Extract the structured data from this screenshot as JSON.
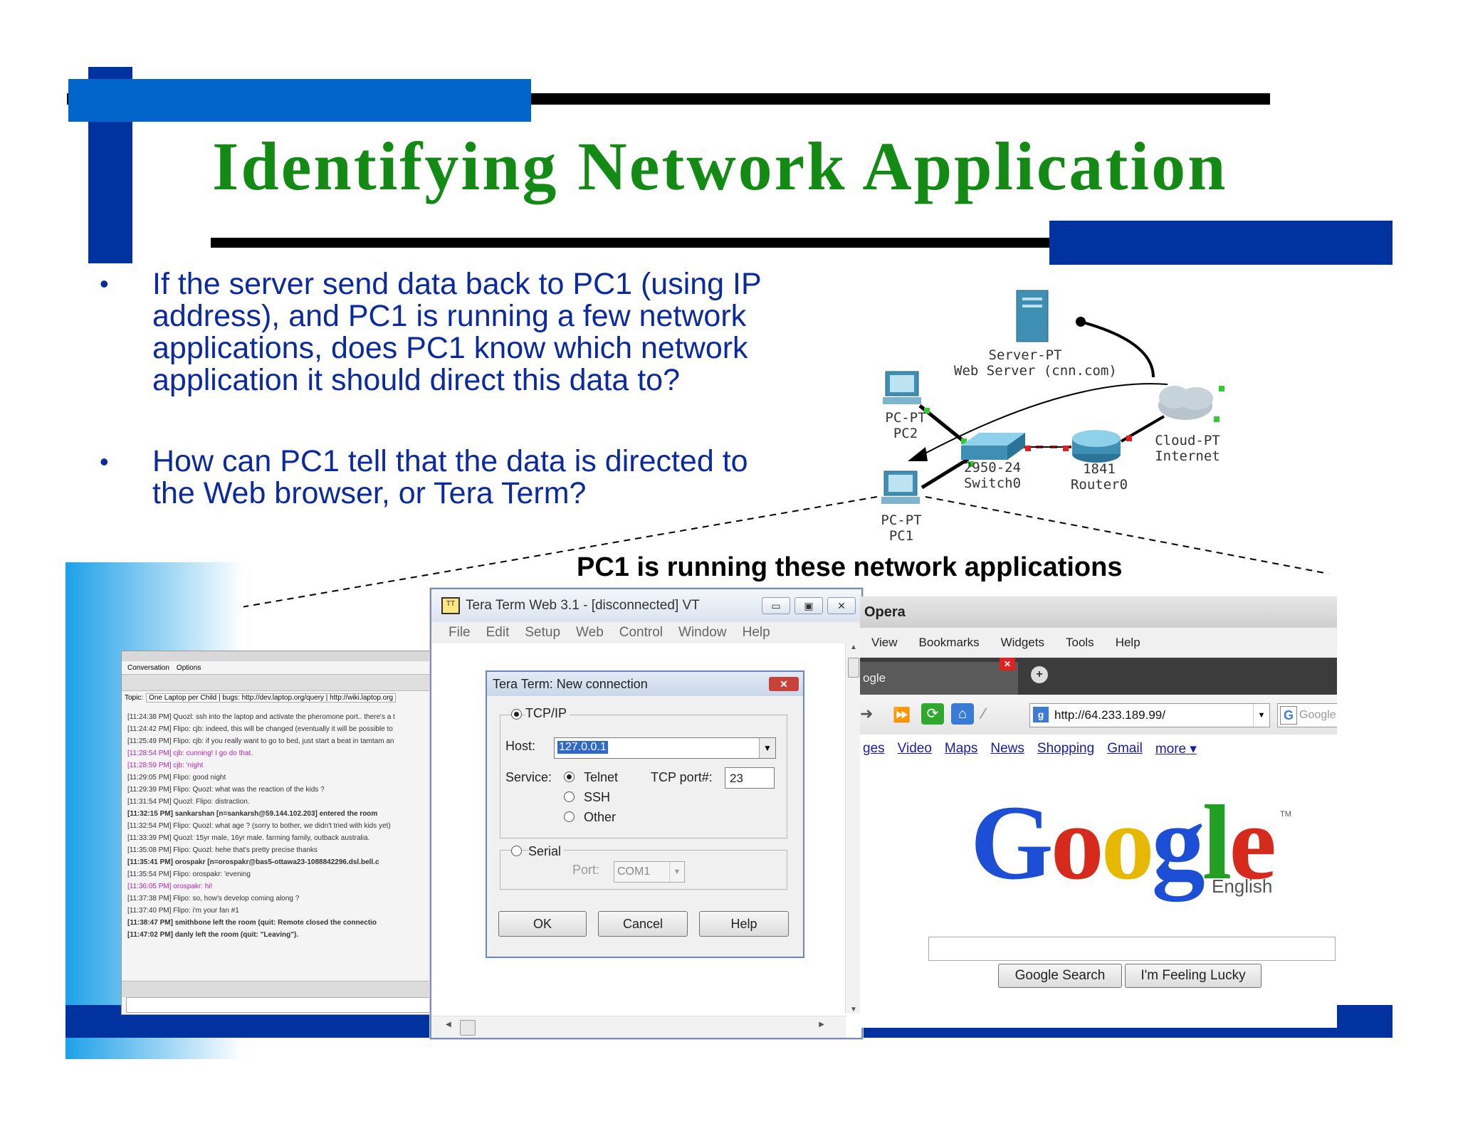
{
  "slide": {
    "title": "Identifying Network Application",
    "bullets": [
      [
        "If the server send data back to PC1 (using IP",
        "address), and PC1 is running a few network",
        "applications, does PC1 know which network",
        "application it should direct this data to?"
      ],
      [
        "How can PC1 tell that the data is directed to",
        "the Web browser, or Tera Term?"
      ]
    ],
    "caption": "PC1 is running these network applications"
  },
  "network": {
    "server": [
      "Server-PT",
      "Web Server (cnn.com)"
    ],
    "pc2": [
      "PC-PT",
      "PC2"
    ],
    "pc1": [
      "PC-PT",
      "PC1"
    ],
    "switch": [
      "2950-24",
      "Switch0"
    ],
    "router": [
      "1841",
      "Router0"
    ],
    "cloud": [
      "Cloud-PT",
      "Internet"
    ]
  },
  "chat": {
    "menu": [
      "Conversation",
      "Options"
    ],
    "topic_label": "Topic:",
    "topic": "One Laptop per Child | bugs: http://dev.laptop.org/query | http://wiki.laptop.org",
    "lines": [
      "[11:24:38 PM] Quozl: ssh into the laptop and activate the pheromone port.. there's a t",
      "[11:24:42 PM] Flipo: cjb: indeed, this will be changed (eventually it will be possible to",
      "[11:25:49 PM] Flipo: cjb: if you really want to go to bed, just start a beat in tamtam an",
      "[11:28:54 PM] cjb: cunning!  I go do that.",
      "[11:28:59 PM] cjb: 'night",
      "[11:29:05 PM] Flipo: good night",
      "[11:29:39 PM] Flipo: Quozl: what was the reaction of the kids ?",
      "[11:31:54 PM] Quozl: Flipo: distraction.",
      "[11:32:15 PM] sankarshan [n=sankarsh@59.144.102.203] entered the room",
      "[11:32:54 PM] Flipo: Quozl: what age ? (sorry to bother, we didn't tried with kids yet)",
      "[11:33:39 PM] Quozl: 15yr male, 16yr male.  farming family, outback australia.",
      "[11:35:08 PM] Flipo: Quozl: hehe that's pretty precise  thanks",
      "[11:35:41 PM] orospakr [n=orospakr@bas5-ottawa23-1088842296.dsl.bell.c",
      "[11:35:54 PM] Flipo: orospakr: 'evening",
      "[11:36:05 PM] orospakr: hi!",
      "[11:37:38 PM] Flipo: so, how's develop coming along ?",
      "[11:37:40 PM] Flipo: i'm your fan #1",
      "[11:38:47 PM] smithbone left the room (quit: Remote closed the connectio",
      "[11:47:02 PM] danly left the room (quit: \"Leaving\")."
    ]
  },
  "teraterm": {
    "title": "Tera Term Web 3.1 - [disconnected] VT",
    "menu": [
      "File",
      "Edit",
      "Setup",
      "Web",
      "Control",
      "Window",
      "Help"
    ],
    "dialog": {
      "title": "Tera Term: New connection",
      "tcpip_label": "TCP/IP",
      "host_label": "Host:",
      "host_value": "127.0.0.1",
      "service_label": "Service:",
      "services": [
        "Telnet",
        "SSH",
        "Other"
      ],
      "tcp_port_label": "TCP port#:",
      "tcp_port_value": "23",
      "serial_label": "Serial",
      "port_label": "Port:",
      "port_value": "COM1",
      "ok": "OK",
      "cancel": "Cancel",
      "help": "Help"
    }
  },
  "opera": {
    "title": "Opera",
    "menu": [
      "View",
      "Bookmarks",
      "Widgets",
      "Tools",
      "Help"
    ],
    "tab_label": "ogle",
    "address": "http://64.233.189.99/",
    "search_engine": "Google",
    "links": [
      "ges",
      "Video",
      "Maps",
      "News",
      "Shopping",
      "Gmail",
      "more ▾"
    ],
    "logo_letters": [
      "G",
      "o",
      "o",
      "g",
      "l",
      "e"
    ],
    "logo_tm": "TM",
    "logo_sub": "English",
    "search_button": "Google Search",
    "lucky_button": "I'm Feeling Lucky"
  },
  "colors": {
    "title_green": "#138a13",
    "bullet_blue": "#0a2a9e",
    "accent_navy": "#0033a0",
    "accent_blue": "#0066cc",
    "link_green": "#2ecc2e",
    "link_red": "#e02020"
  }
}
